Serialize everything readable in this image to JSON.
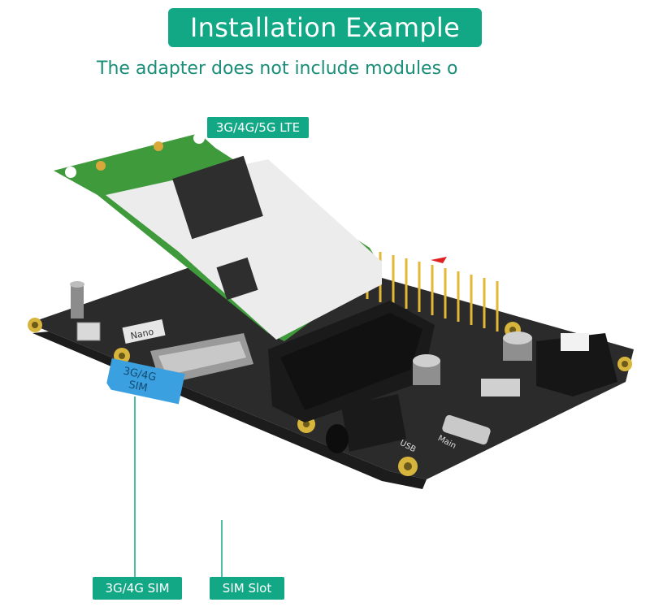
{
  "header": {
    "title": "Installation Example",
    "subtitle": "The adapter does not include modules o"
  },
  "callouts": {
    "module_label": "3G/4G/5G LTE",
    "sim_card_label": "3G/4G SIM",
    "sim_slot_label": "SIM Slot"
  },
  "board": {
    "sim_card_text_line1": "3G/4G",
    "sim_card_text_line2": "SIM",
    "nano_label": "Nano",
    "usb_label": "USB",
    "main_label": "Main"
  },
  "colors": {
    "accent": "#12a886",
    "board": "#2b2b2b",
    "module_pcb": "#3f9a3c",
    "sim_card": "#3aa0e0"
  }
}
